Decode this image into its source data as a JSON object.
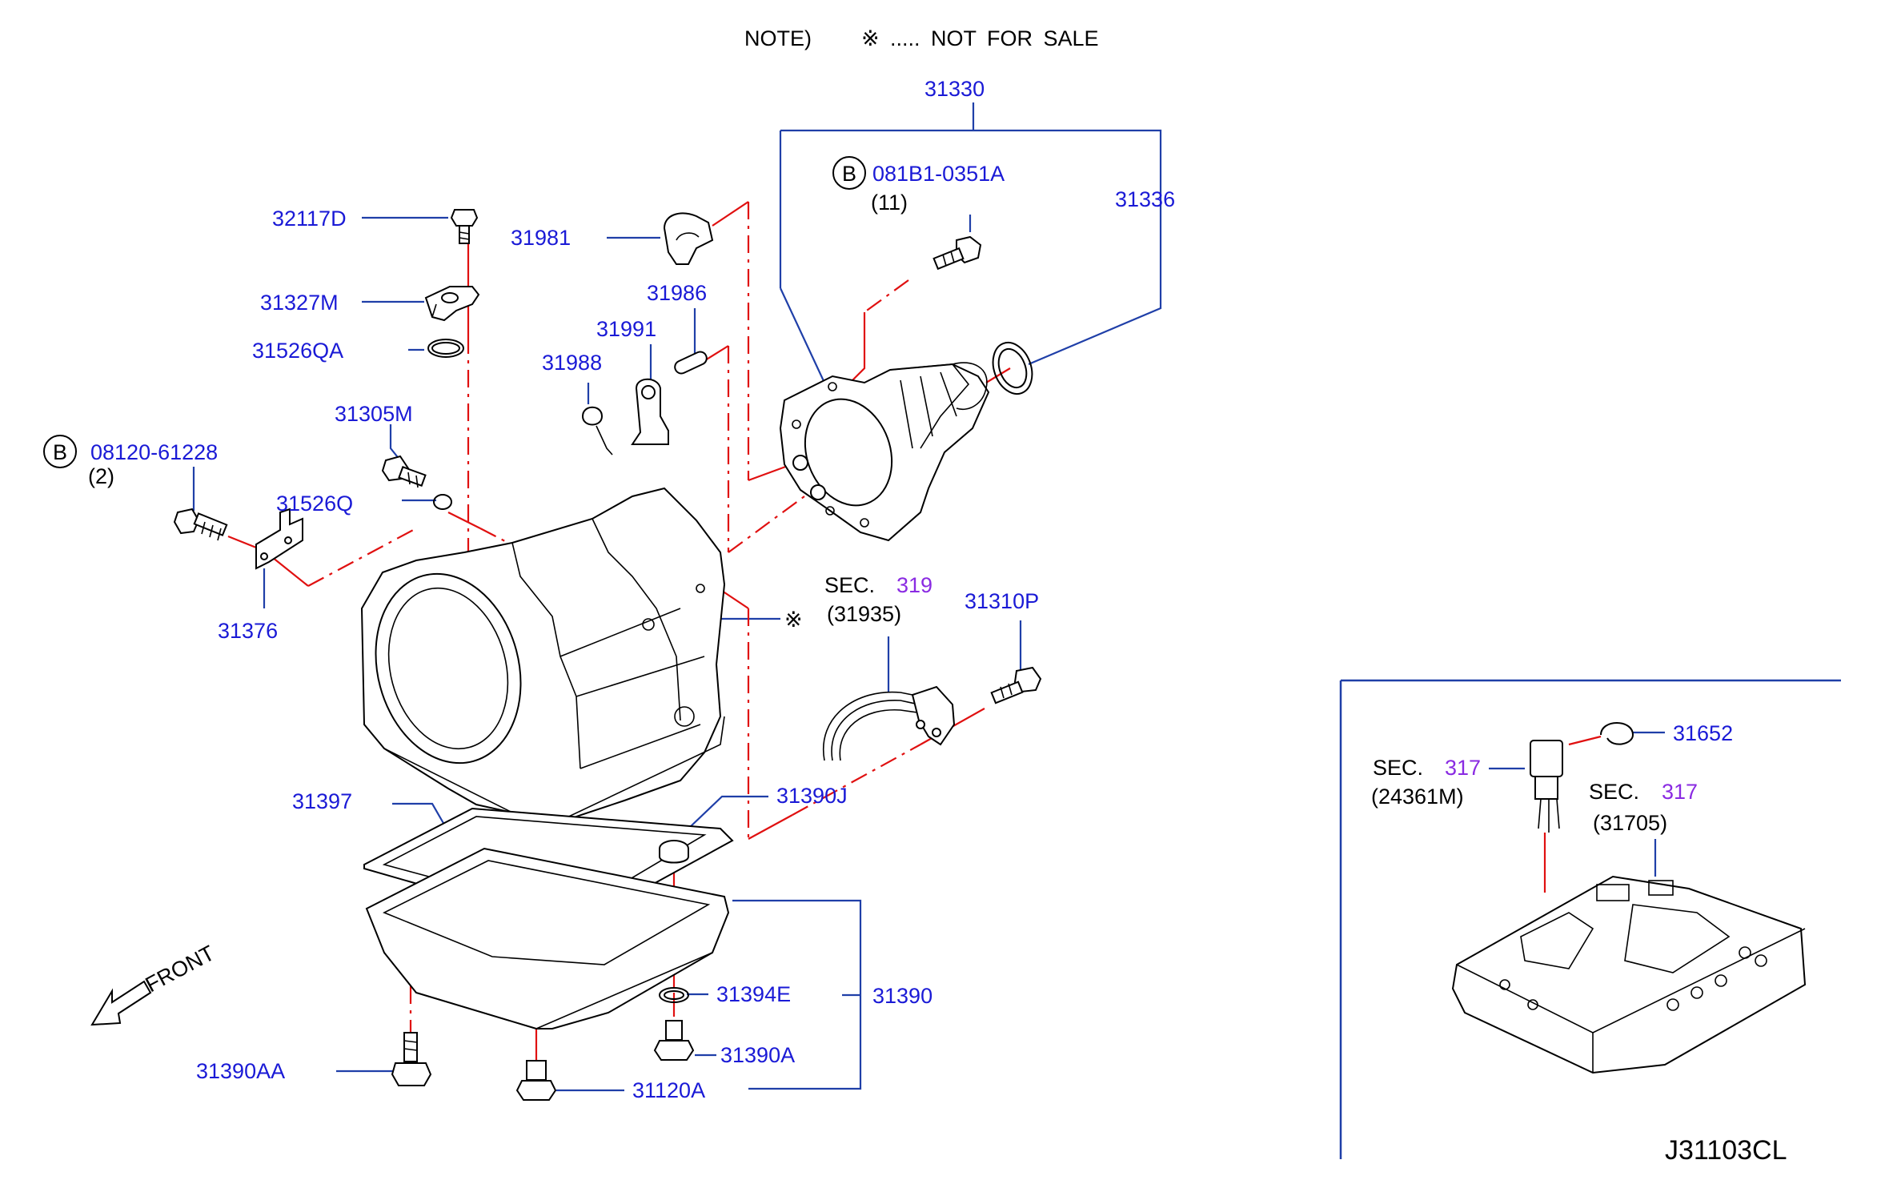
{
  "note": {
    "prefix": "NOTE)",
    "symbol": "※",
    "text": "..... NOT FOR SALE"
  },
  "diagram_code": "J31103CL",
  "front_label": "FRONT",
  "not_for_sale_mark": "※",
  "callouts": {
    "p31330": "31330",
    "p31336": "31336",
    "p081B1_circle": "B",
    "p081B1": "081B1-0351A",
    "p081B1_qty": "(11)",
    "p32117D": "32117D",
    "p31981": "31981",
    "p31327M": "31327M",
    "p31986": "31986",
    "p31991": "31991",
    "p31526QA": "31526QA",
    "p31988": "31988",
    "p31305M": "31305M",
    "p08120_circle": "B",
    "p08120": "08120-61228",
    "p08120_qty": "(2)",
    "p31526Q": "31526Q",
    "p31376": "31376",
    "sec319_prefix": "SEC.",
    "sec319_num": "319",
    "sec319_sub": "(31935)",
    "p31310P": "31310P",
    "p31397": "31397",
    "p31390J": "31390J",
    "p31394E": "31394E",
    "p31390": "31390",
    "p31390A": "31390A",
    "p31390AA": "31390AA",
    "p31120A": "31120A",
    "p31652": "31652",
    "sec317a_prefix": "SEC.",
    "sec317a_num": "317",
    "sec317a_sub": "(24361M)",
    "sec317b_prefix": "SEC.",
    "sec317b_num": "317",
    "sec317b_sub": "(31705)"
  },
  "colors": {
    "callout_text": "#1a1ad6",
    "section_number": "#8a2be2",
    "leader_line": "#1f3fa8",
    "alignment_line": "#e01010",
    "outline": "#000000"
  }
}
